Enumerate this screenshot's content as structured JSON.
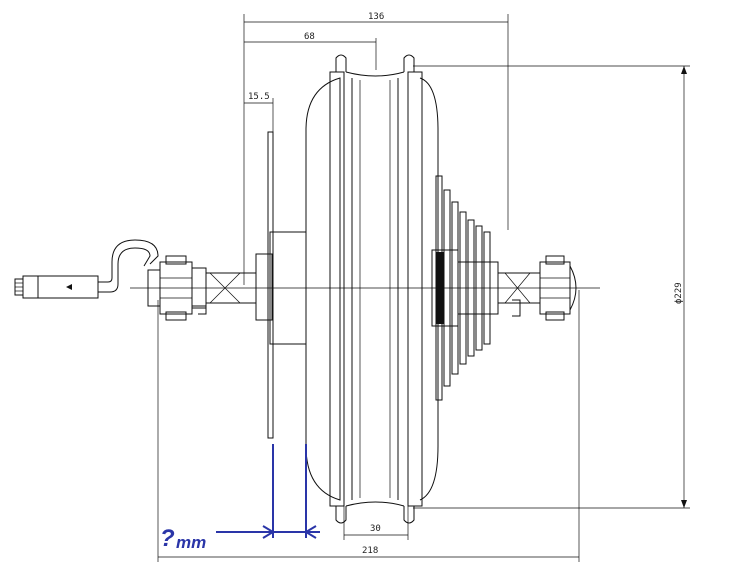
{
  "dimensions": {
    "overall_width": "136",
    "half_width": "68",
    "flange_offset": "15.5",
    "diameter": "ϕ229",
    "rim_width": "30",
    "axle_length": "218"
  },
  "annotation": {
    "unknown_prefix": "?",
    "unknown_unit": "mm",
    "color": "#2a35a8"
  }
}
